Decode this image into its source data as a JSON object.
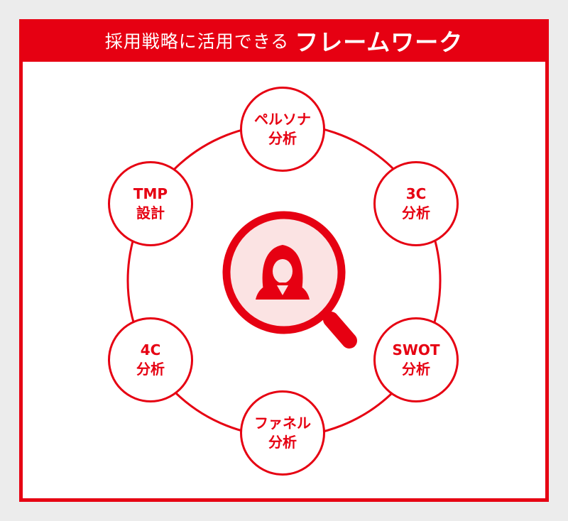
{
  "header": {
    "title_main": "採用戦略に活用できる",
    "title_emphasis": "フレームワーク"
  },
  "center_icon": "person-search-icon",
  "colors": {
    "accent": "#e60012",
    "lens_fill": "#fbe3e3",
    "background": "#ececec"
  },
  "nodes": [
    {
      "line1": "ペルソナ",
      "line2": "分析"
    },
    {
      "line1": "3C",
      "line2": "分析"
    },
    {
      "line1": "SWOT",
      "line2": "分析"
    },
    {
      "line1": "ファネル",
      "line2": "分析"
    },
    {
      "line1": "4C",
      "line2": "分析"
    },
    {
      "line1": "TMP",
      "line2": "設計"
    }
  ]
}
